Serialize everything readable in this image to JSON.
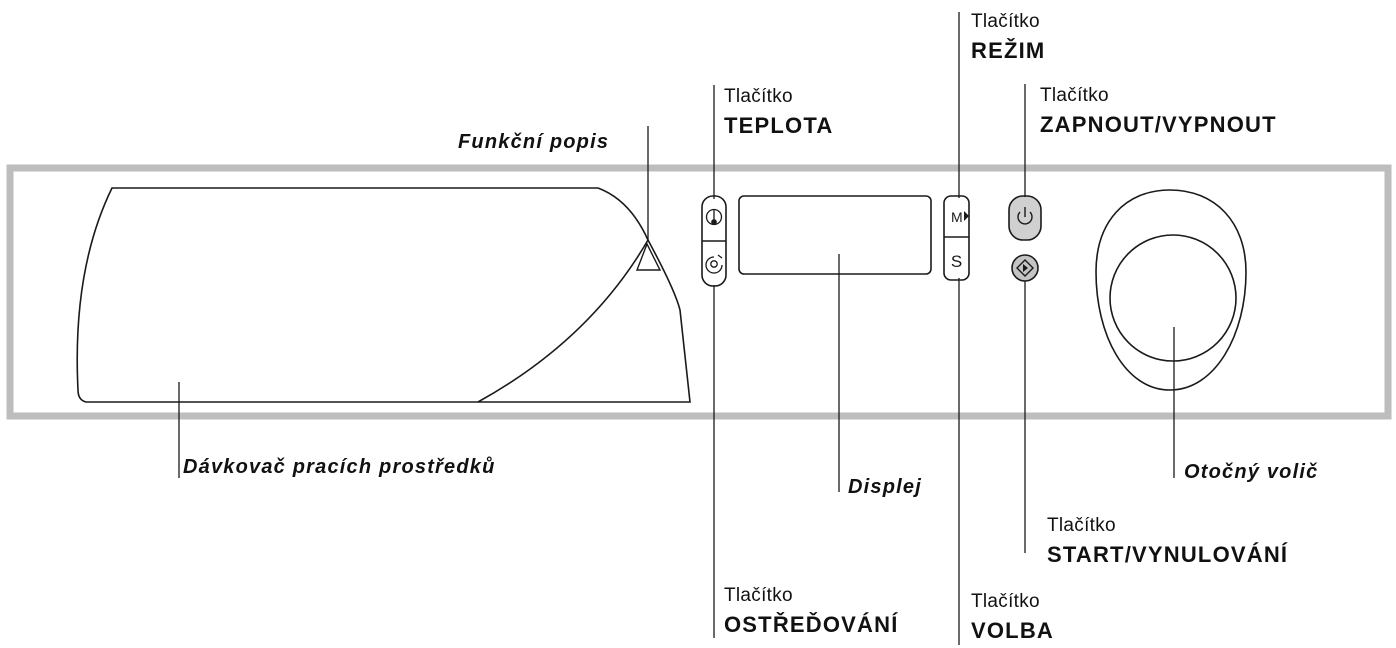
{
  "callouts": {
    "funkcni_popis": "Funkční popis",
    "davkovac": "Dávkovač pracích prostředků",
    "displej": "Displej",
    "otocny_volic": "Otočný volič",
    "teplota": {
      "prefix": "Tlačítko",
      "name": "TEPLOTA"
    },
    "rezim": {
      "prefix": "Tlačítko",
      "name": "REŽIM"
    },
    "zapnout": {
      "prefix": "Tlačítko",
      "name": "ZAPNOUT/VYPNOUT"
    },
    "start": {
      "prefix": "Tlačítko",
      "name": "START/VYNULOVÁNÍ"
    },
    "odstredovani": {
      "prefix": "Tlačítko",
      "name": "OSTŘEĎOVÁNÍ"
    },
    "volba": {
      "prefix": "Tlačítko",
      "name": "VOLBA"
    }
  },
  "buttons": {
    "rezim_glyph": "M",
    "volba_glyph": "S"
  },
  "colors": {
    "panel_border": "#bdbdbd",
    "line": "#1a1a1a",
    "power_button_fill": "#d0d0d0",
    "start_button_fill": "#c4c4c4"
  },
  "icons": [
    "thermometer-icon",
    "spin-icon",
    "mode-arrow-icon",
    "power-icon",
    "start-diamond-icon"
  ]
}
